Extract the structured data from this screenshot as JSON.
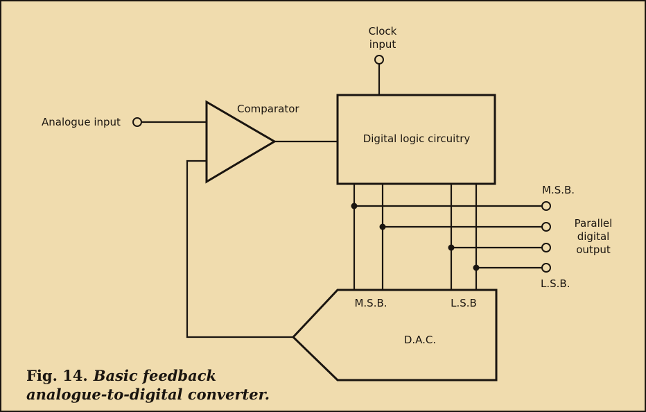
{
  "diagram": {
    "labels": {
      "clock_line1": "Clock",
      "clock_line2": "input",
      "comparator": "Comparator",
      "analogue_input": "Analogue input",
      "digital_logic": "Digital logic circuitry",
      "msb_out": "M.S.B.",
      "lsb_out": "L.S.B.",
      "parallel_line1": "Parallel",
      "parallel_line2": "digital",
      "parallel_line3": "output",
      "dac_msb": "M.S.B.",
      "dac_lsb": "L.S.B",
      "dac": "D.A.C."
    },
    "caption": {
      "bold": "Fig. 14.",
      "italic_line1": "Basic feedback",
      "italic_line2": "analogue-to-digital converter."
    }
  },
  "colors": {
    "paper": "#f0dcae",
    "ink": "#1a1510"
  }
}
